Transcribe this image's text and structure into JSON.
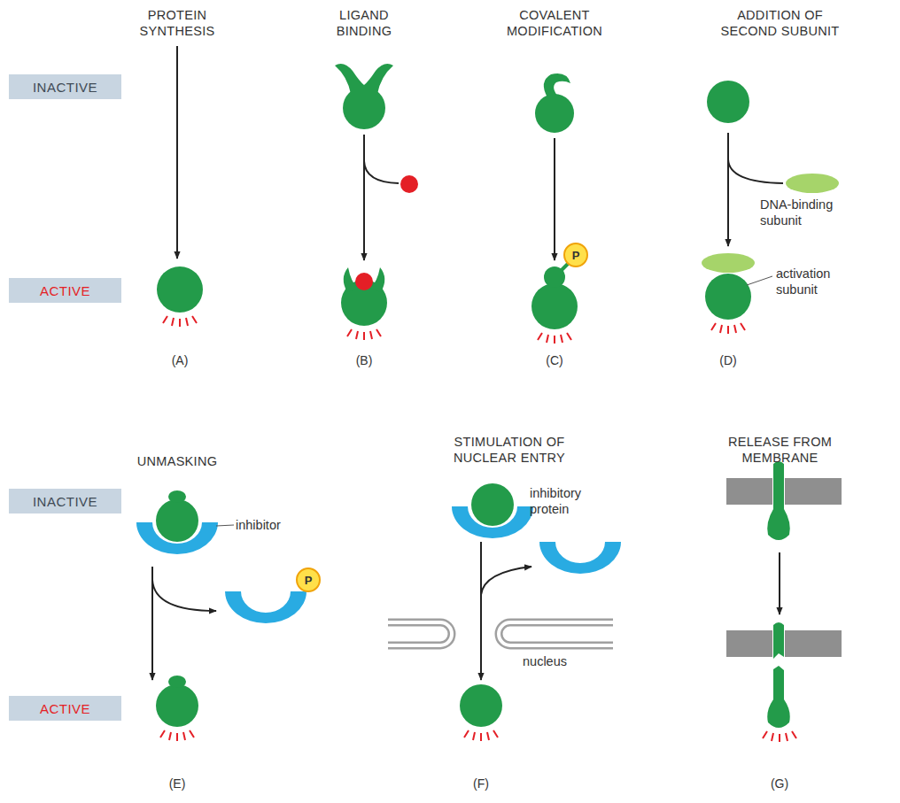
{
  "diagram": {
    "nodes": [
      {
        "text": [
          "INACTIVE"
        ]
      },
      {
        "text": [
          "P"
        ]
      },
      {
        "text": [
          "ACTIVE"
        ]
      },
      {
        "text": [
          "INACTIVE"
        ]
      },
      {
        "text": [
          "P"
        ]
      },
      {
        "text": [
          "ACTIVE"
        ]
      }
    ],
    "labels": [
      "PROTEIN SYNTHESIS",
      "LIGAND BINDING",
      "COVALENT MODIFICATION",
      "ADDITION OF SECOND SUBUNIT",
      "DNA-binding subunit",
      "activation subunit",
      "(A)",
      "(B)",
      "(C)",
      "(D)",
      "UNMASKING",
      "inhibitor",
      "STIMULATION OF NUCLEAR ENTRY",
      "inhibitory protein",
      "nucleus",
      "RELEASE FROM MEMBRANE",
      "(E)",
      "(F)",
      "(G)"
    ]
  }
}
